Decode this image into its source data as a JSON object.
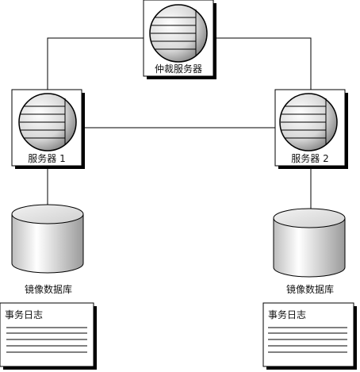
{
  "diagram": {
    "witness": {
      "label": "仲裁服务器"
    },
    "server1": {
      "label": "服务器 1"
    },
    "server2": {
      "label": "服务器 2"
    },
    "db1": {
      "label": "镜像数据库"
    },
    "db2": {
      "label": "镜像数据库"
    },
    "log1": {
      "label": "事务日志"
    },
    "log2": {
      "label": "事务日志"
    }
  }
}
